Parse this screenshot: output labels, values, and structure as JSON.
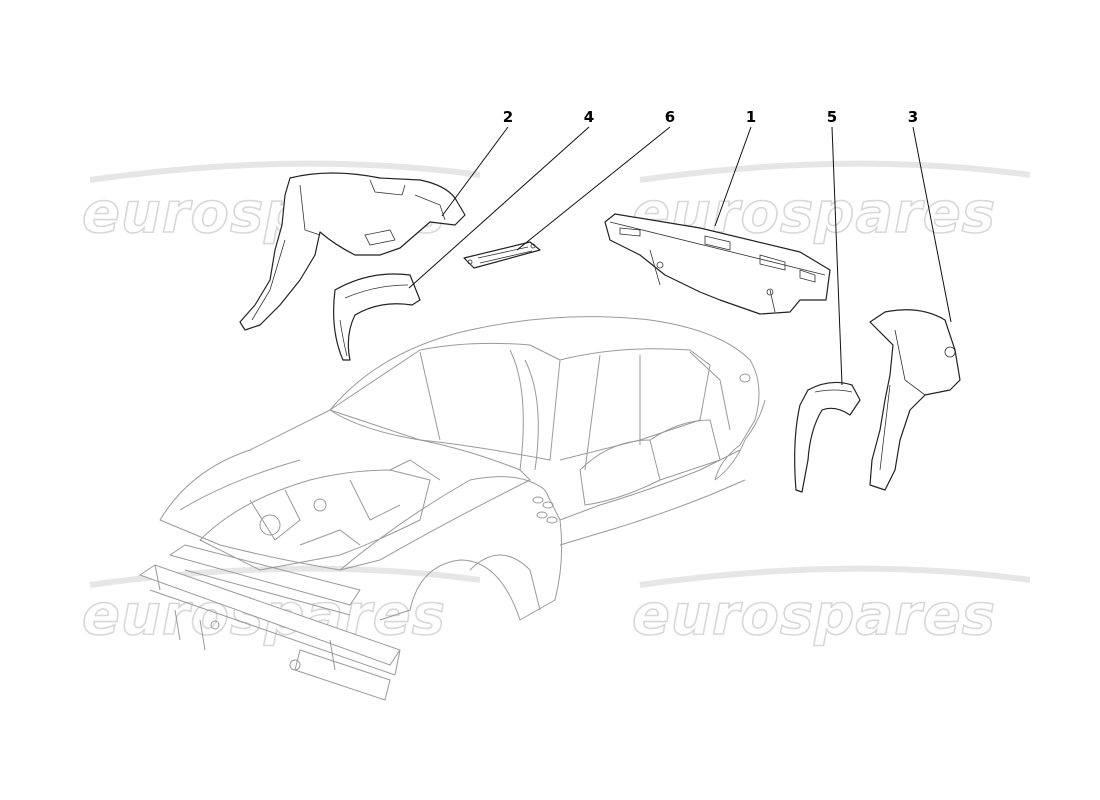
{
  "watermarks": [
    "eurospares",
    "eurospares",
    "eurospares",
    "eurospares"
  ],
  "callouts": [
    {
      "id": "2",
      "label": "2"
    },
    {
      "id": "4",
      "label": "4"
    },
    {
      "id": "6",
      "label": "6"
    },
    {
      "id": "1",
      "label": "1"
    },
    {
      "id": "5",
      "label": "5"
    },
    {
      "id": "3",
      "label": "3"
    }
  ]
}
